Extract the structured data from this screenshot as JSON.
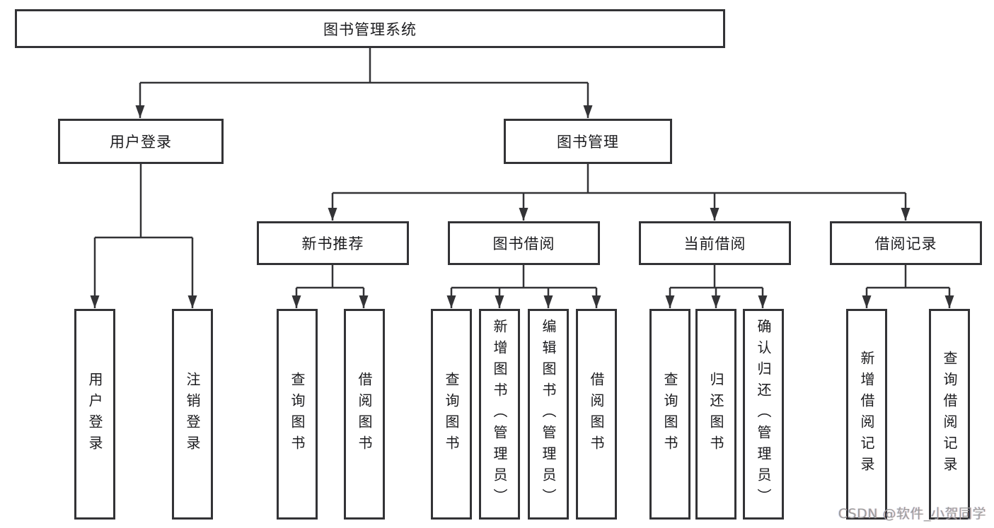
{
  "diagram": {
    "tree": {
      "root": {
        "label": "图书管理系统"
      },
      "branches": [
        {
          "label": "用户登录",
          "children": [
            {
              "label": "用户登录"
            },
            {
              "label": "注销登录"
            }
          ]
        },
        {
          "label": "图书管理",
          "children": [
            {
              "label": "新书推荐",
              "children": [
                {
                  "label": "查询图书"
                },
                {
                  "label": "借阅图书"
                }
              ]
            },
            {
              "label": "图书借阅",
              "children": [
                {
                  "label": "查询图书"
                },
                {
                  "label": "新增图书（管理员）"
                },
                {
                  "label": "编辑图书（管理员）"
                },
                {
                  "label": "借阅图书"
                }
              ]
            },
            {
              "label": "当前借阅",
              "children": [
                {
                  "label": "查询图书"
                },
                {
                  "label": "归还图书"
                },
                {
                  "label": "确认归还（管理员）"
                }
              ]
            },
            {
              "label": "借阅记录",
              "children": [
                {
                  "label": "新增借阅记录"
                },
                {
                  "label": "查询借阅记录"
                }
              ]
            }
          ]
        }
      ]
    },
    "watermark": "CSDN @软件_小贺同学",
    "colors": {
      "line": "#333336",
      "border": "#333336",
      "text": "#1b1b1e",
      "watermark": "#9d9d9d",
      "background": "#ffffff"
    }
  }
}
